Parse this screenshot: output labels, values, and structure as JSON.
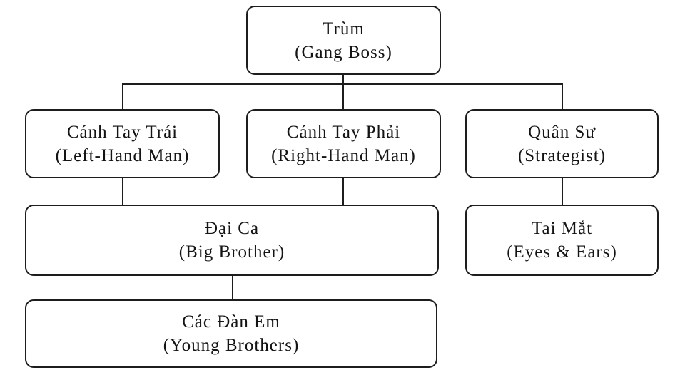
{
  "diagram": {
    "type": "org-chart",
    "title": "Gang hierarchy organization chart",
    "colors": {
      "background": "#ffffff",
      "node_fill": "#ffffff",
      "node_border": "#1d1d1d",
      "text": "#141414",
      "connector": "#1d1d1d"
    },
    "nodes": [
      {
        "id": "gang-boss",
        "title": "Trùm",
        "subtitle": "(Gang Boss)"
      },
      {
        "id": "left-hand-man",
        "title": "Cánh Tay Trái",
        "subtitle": "(Left-Hand Man)"
      },
      {
        "id": "right-hand-man",
        "title": "Cánh Tay Phải",
        "subtitle": "(Right-Hand Man)"
      },
      {
        "id": "strategist",
        "title": "Quân Sư",
        "subtitle": "(Strategist)"
      },
      {
        "id": "big-brother",
        "title": "Đại Ca",
        "subtitle": "(Big Brother)"
      },
      {
        "id": "eyes-ears",
        "title": "Tai Mắt",
        "subtitle": "(Eyes & Ears)"
      },
      {
        "id": "young-brothers",
        "title": "Các Đàn Em",
        "subtitle": "(Young Brothers)"
      }
    ],
    "edges": [
      {
        "from": "gang-boss",
        "to": "left-hand-man"
      },
      {
        "from": "gang-boss",
        "to": "right-hand-man"
      },
      {
        "from": "gang-boss",
        "to": "strategist"
      },
      {
        "from": "left-hand-man",
        "to": "big-brother"
      },
      {
        "from": "right-hand-man",
        "to": "big-brother"
      },
      {
        "from": "strategist",
        "to": "eyes-ears"
      },
      {
        "from": "big-brother",
        "to": "young-brothers"
      }
    ]
  }
}
